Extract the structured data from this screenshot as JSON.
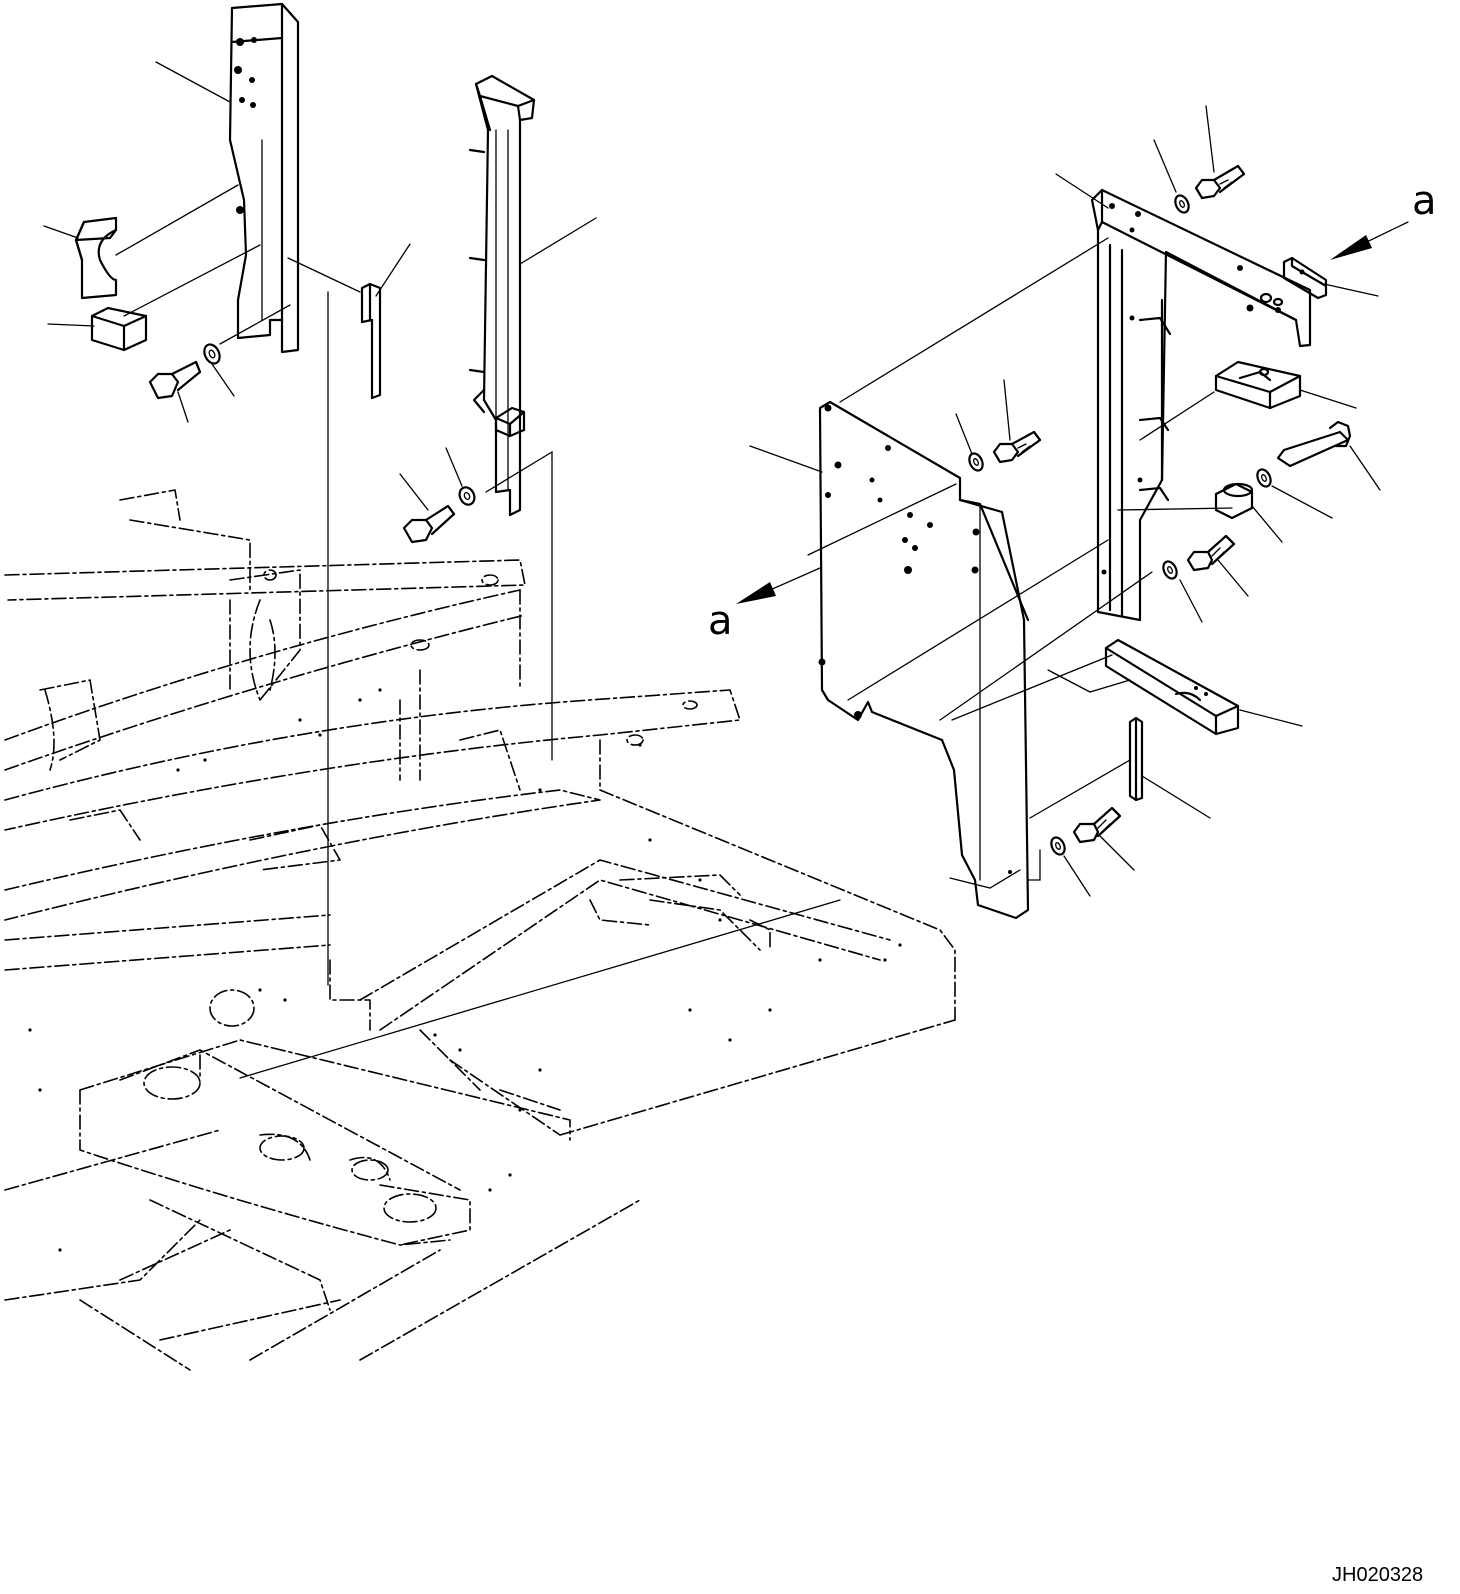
{
  "view_labels": {
    "top": "a",
    "bottom": "a"
  },
  "drawing_code": "JH020328"
}
